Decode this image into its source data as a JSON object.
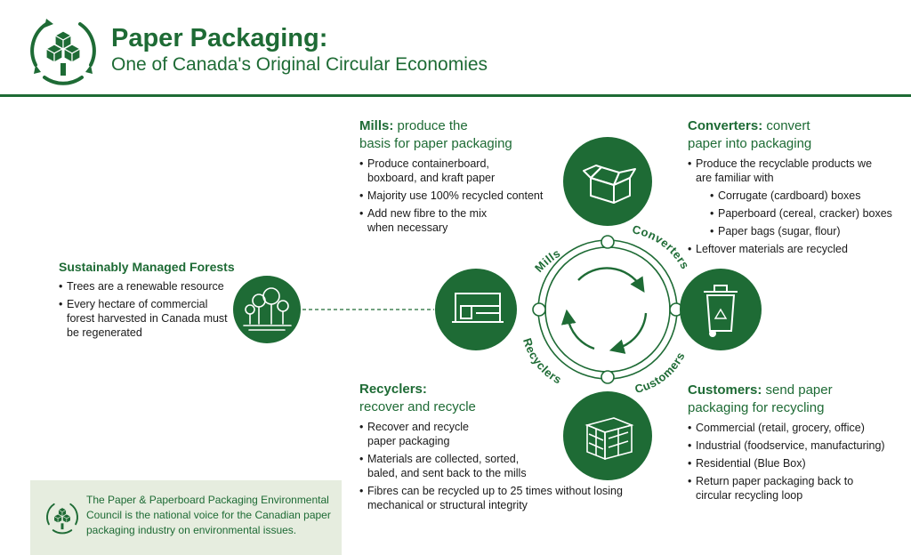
{
  "header": {
    "title": "Paper Packaging:",
    "subtitle": "One of Canada's Original Circular Economies",
    "logo_icon": "recycling-cubes-logo-icon"
  },
  "forests": {
    "title": "Sustainably Managed Forests",
    "bullets": [
      "Trees are a renewable resource",
      "Every hectare of commercial forest harvested in Canada must be regenerated"
    ],
    "icon": "trees-icon"
  },
  "mills": {
    "title_bold": "Mills:",
    "title_rest": " produce the",
    "title_line2": "basis for paper packaging",
    "bullets": [
      "Produce containerboard, boxboard, and kraft paper",
      "Majority use 100% recycled content",
      "Add new fibre to the mix when necessary"
    ],
    "icon": "paper-machine-icon"
  },
  "converters": {
    "title_bold": "Converters:",
    "title_rest": " convert",
    "title_line2": "paper into packaging",
    "bullet1": "Produce the recyclable products we are familiar with",
    "sub_bullets": [
      "Corrugate (cardboard) boxes",
      "Paperboard (cereal, cracker) boxes",
      "Paper bags (sugar, flour)"
    ],
    "bullet2": "Leftover materials are recycled",
    "icon": "open-box-icon"
  },
  "customers": {
    "title_bold": "Customers:",
    "title_rest": " send paper",
    "title_line2": "packaging for recycling",
    "bullets": [
      "Commercial (retail, grocery, office)",
      "Industrial (foodservice, manufacturing)",
      "Residential (Blue Box)",
      "Return paper packaging back to circular recycling loop"
    ],
    "icon": "recycling-bin-icon"
  },
  "recyclers": {
    "title_bold": "Recyclers:",
    "title_line2": "recover and recycle",
    "bullets": [
      "Recover and recycle paper packaging",
      "Materials are collected, sorted, baled, and sent back to the mills",
      "Fibres can be recycled up to 25 times without losing mechanical or structural integrity"
    ],
    "icon": "paper-bale-icon"
  },
  "cycle_labels": {
    "mills": "Mills",
    "converters": "Converters",
    "customers": "Customers",
    "recyclers": "Recyclers"
  },
  "info": {
    "text": "The Paper & Paperboard Packaging Environmental Council is the national voice for the Canadian paper packaging industry on environmental issues."
  },
  "colors": {
    "brand_green": "#1e6b35",
    "light_green_panel": "#e6eddf",
    "dashed_line": "#1e6b35"
  }
}
